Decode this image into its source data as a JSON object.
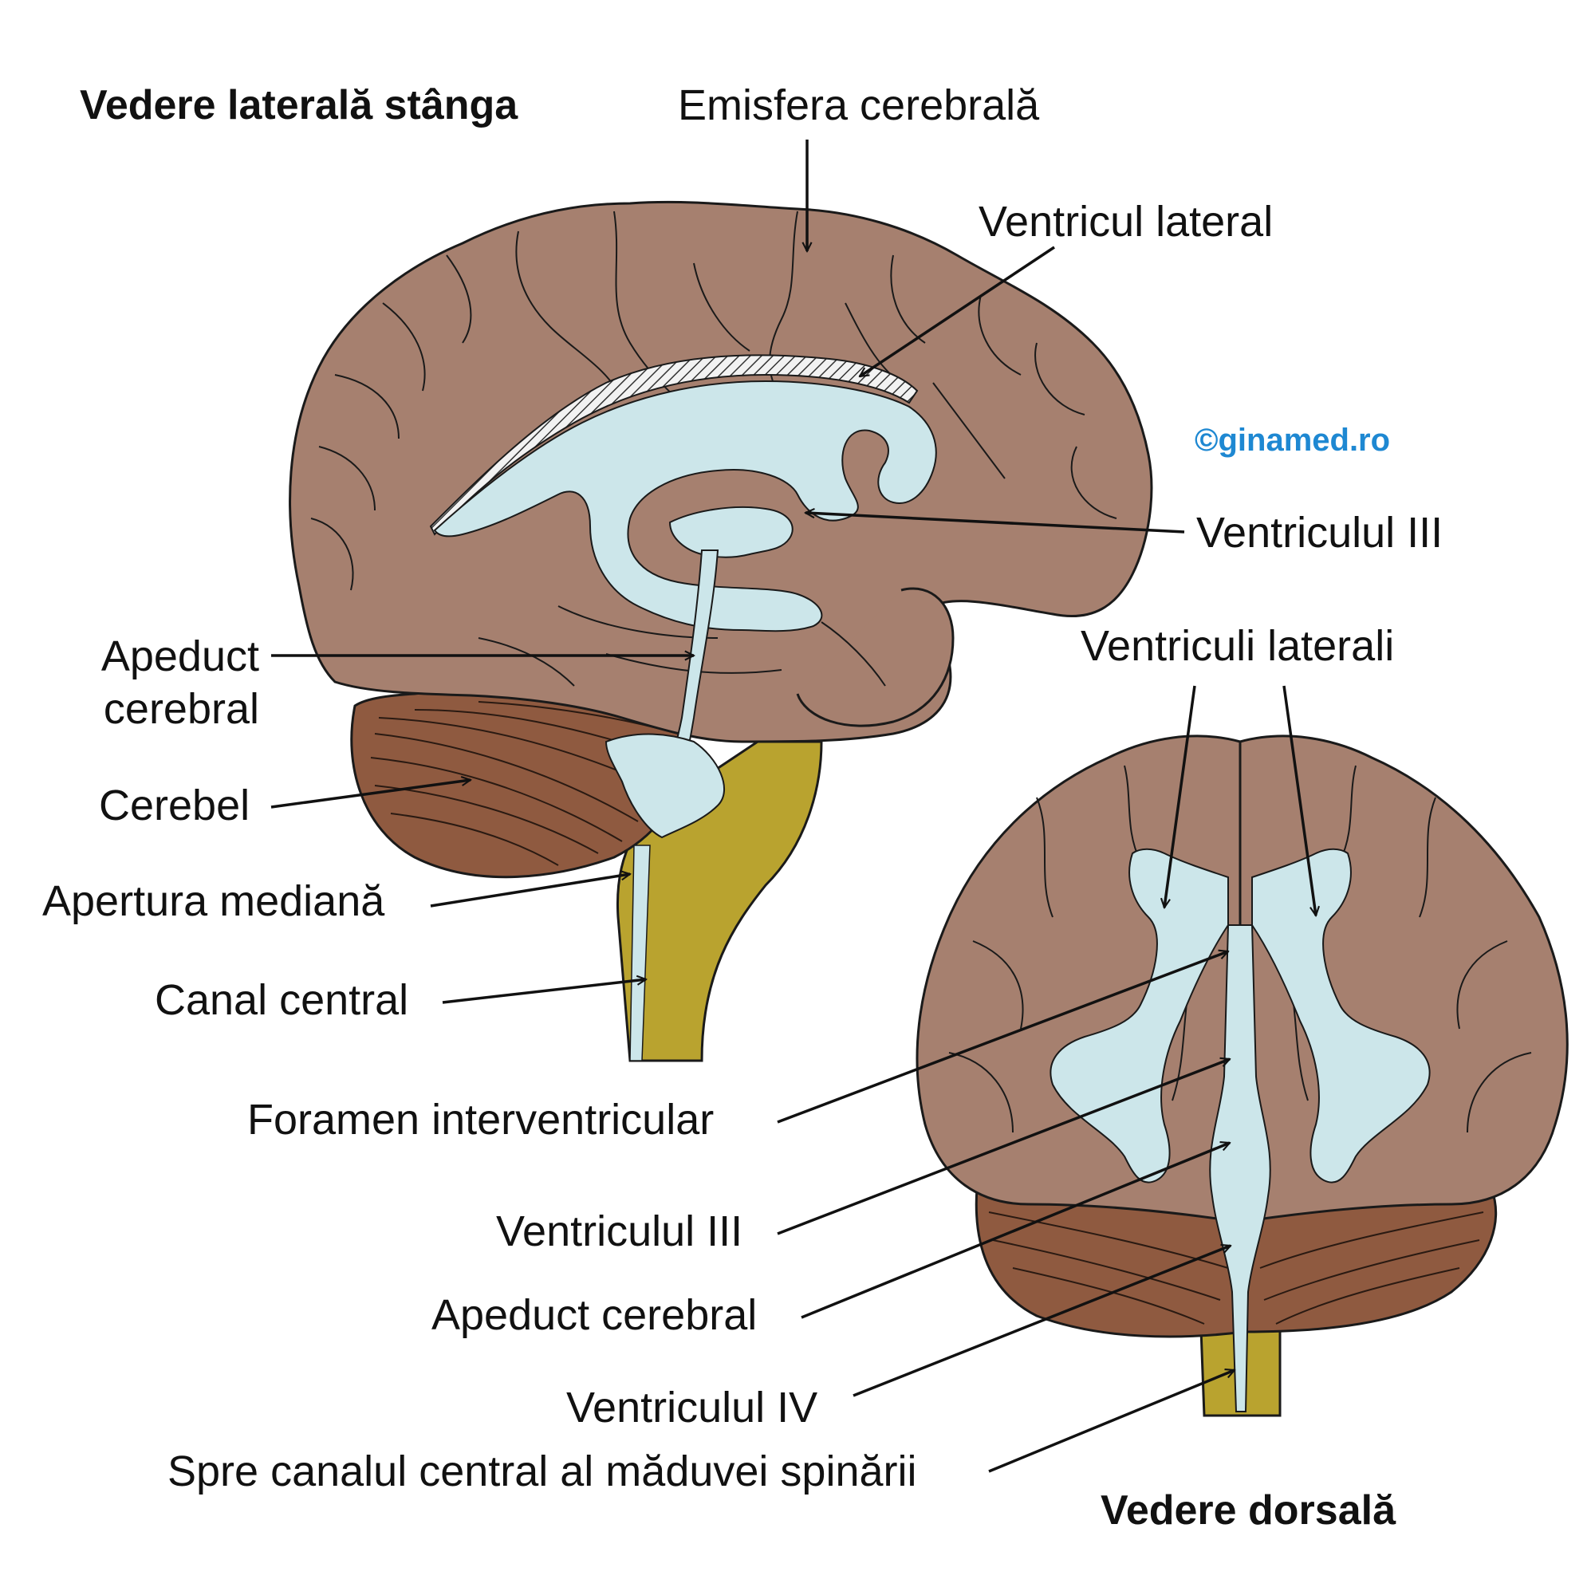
{
  "colors": {
    "cortex": "#a6806f",
    "cortex_line": "#1a1a1a",
    "cerebellum": "#8f5a40",
    "ventricle": "#cce6ea",
    "spinal_cord": "#b9a32f",
    "arrow": "#111111",
    "credit": "#1e88d2",
    "text": "#111111"
  },
  "views": {
    "lateral": {
      "title": "Vedere laterală stânga"
    },
    "dorsal": {
      "title": "Vedere dorsală"
    }
  },
  "credit": "©ginamed.ro",
  "labels": {
    "emisfera": "Emisfera cerebrală",
    "ventricul_lateral": "Ventricul lateral",
    "ventriculul_iii_lateral": "Ventriculul III",
    "apeduct_lateral": "Apeduct\ncerebral",
    "cerebel": "Cerebel",
    "apertura": "Apertura mediană",
    "canal_central": "Canal central",
    "ventriculi_laterali": "Ventriculi laterali",
    "foramen": "Foramen interventricular",
    "ventriculul_iii_dorsal": "Ventriculul III",
    "apeduct_dorsal": "Apeduct cerebral",
    "ventriculul_iv": "Ventriculul IV",
    "spre_canal": "Spre canalul central al măduvei spinării"
  },
  "icons": {
    "lateral_brain": "brain-lateral-illustration-icon",
    "dorsal_brain": "brain-dorsal-illustration-icon"
  }
}
